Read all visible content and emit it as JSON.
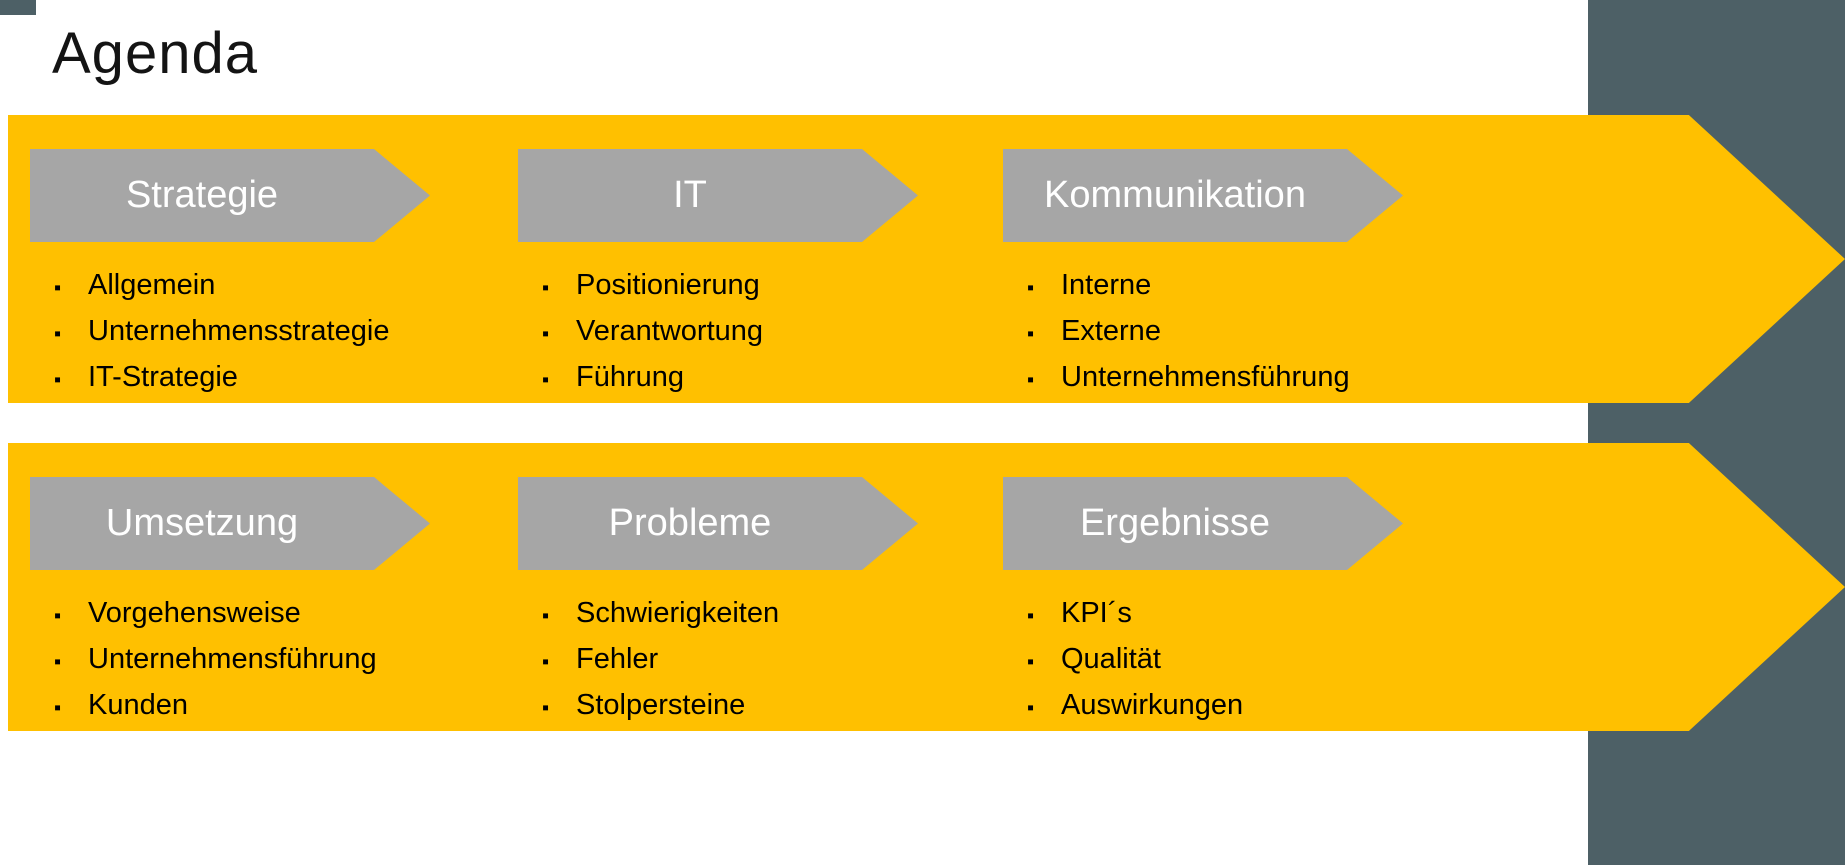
{
  "page": {
    "title": "Agenda"
  },
  "icons": {
    "bullet": "▪"
  },
  "colors": {
    "band_fill": "#FFC000",
    "chevron_fill": "#A6A6A6",
    "backdrop": "#4D6066",
    "header_text": "#FFFFFF",
    "body_text": "#000000"
  },
  "bands": [
    {
      "sections": [
        {
          "header": "Strategie",
          "items": [
            "Allgemein",
            "Unternehmensstrategie",
            "IT-Strategie"
          ]
        },
        {
          "header": "IT",
          "items": [
            "Positionierung",
            "Verantwortung",
            "Führung"
          ]
        },
        {
          "header": "Kommunikation",
          "items": [
            "Interne",
            "Externe",
            "Unternehmensführung"
          ]
        }
      ]
    },
    {
      "sections": [
        {
          "header": "Umsetzung",
          "items": [
            "Vorgehensweise",
            "Unternehmensführung",
            "Kunden"
          ]
        },
        {
          "header": "Probleme",
          "items": [
            "Schwierigkeiten",
            "Fehler",
            "Stolpersteine"
          ]
        },
        {
          "header": "Ergebnisse",
          "items": [
            "KPI´s",
            "Qualität",
            "Auswirkungen"
          ]
        }
      ]
    }
  ]
}
